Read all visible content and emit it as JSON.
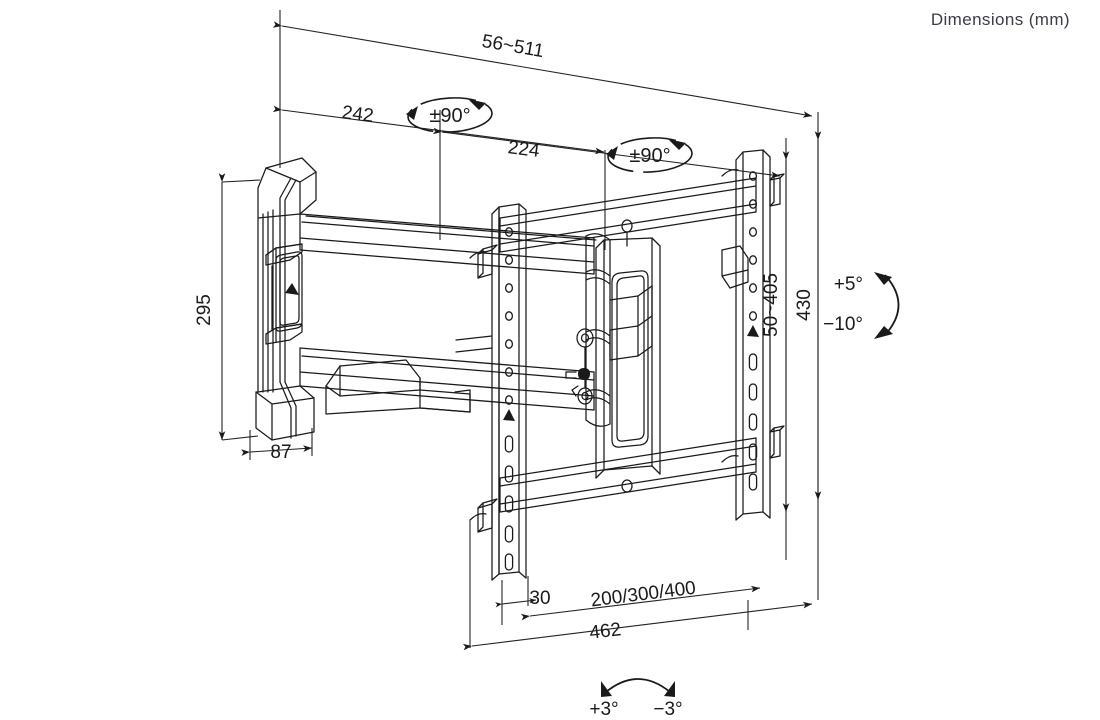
{
  "title": "Dimensions (mm)",
  "units": "mm",
  "product": "articulating-tv-wall-mount",
  "dimensions": {
    "extension_range": "56~511",
    "arm_upper": "242",
    "arm_lower": "224",
    "height_overall": "430",
    "height_vesa_range": "50~405",
    "wallplate_height": "295",
    "wallplate_depth": "87",
    "plate_offset": "30",
    "vesa_widths": "200/300/400",
    "width_overall": "462"
  },
  "articulation": {
    "swivel_upper": "±90°",
    "swivel_lower": "±90°",
    "tilt_up": "+5°",
    "tilt_down": "−10°",
    "level_left": "+3°",
    "level_right": "−3°"
  },
  "colors": {
    "line": "#1a1a1a",
    "dimension_line": "#222222",
    "background": "#ffffff",
    "title_text": "#3c3c46"
  }
}
